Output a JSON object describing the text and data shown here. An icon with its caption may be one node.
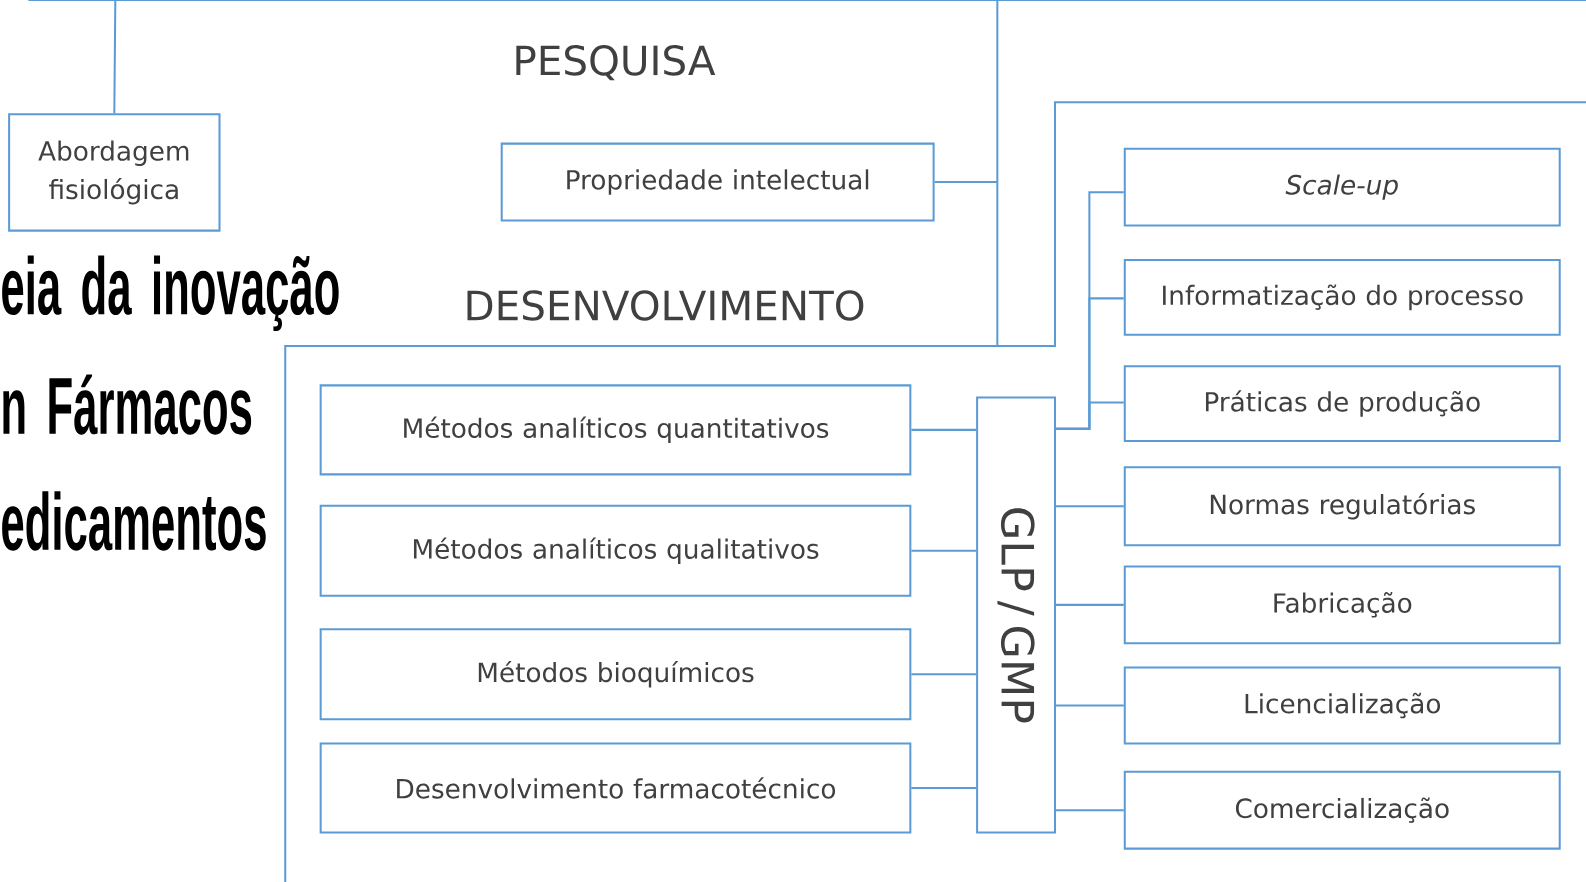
{
  "diagram": {
    "nodes": [
      {
        "text": [
          "Abordagem fisiológica"
        ]
      },
      {
        "text": [
          "Propriedade intelectual"
        ]
      },
      {
        "text": [
          "Métodos analíticos quantitativos"
        ]
      },
      {
        "text": [
          "Métodos analíticos qualitativos"
        ]
      },
      {
        "text": [
          "Métodos bioquímicos"
        ]
      },
      {
        "text": [
          "Desenvolvimento farmacotécnico"
        ]
      },
      {
        "text": [
          "GLP / GMP"
        ]
      },
      {
        "text": [
          "Scale-up"
        ]
      },
      {
        "text": [
          "Informatização do processo"
        ]
      },
      {
        "text": [
          "Práticas de produção"
        ]
      },
      {
        "text": [
          "Normas regulatórias"
        ]
      },
      {
        "text": [
          "Fabricação"
        ]
      },
      {
        "text": [
          "Licencialização"
        ]
      },
      {
        "text": [
          "Comercialização"
        ]
      }
    ],
    "edges": [
      {
        "from": null,
        "to": 0,
        "arrow": "none"
      },
      {
        "from": 1,
        "to": null,
        "arrow": "none"
      },
      {
        "from": 2,
        "to": 6,
        "arrow": "none"
      },
      {
        "from": 3,
        "to": 6,
        "arrow": "none"
      },
      {
        "from": 4,
        "to": 6,
        "arrow": "none"
      },
      {
        "from": 5,
        "to": 6,
        "arrow": "none"
      },
      {
        "from": 6,
        "to": 7,
        "arrow": "none"
      },
      {
        "from": 6,
        "to": 8,
        "arrow": "none"
      },
      {
        "from": 6,
        "to": 9,
        "arrow": "none"
      },
      {
        "from": 6,
        "to": 10,
        "arrow": "none"
      },
      {
        "from": 6,
        "to": 11,
        "arrow": "none"
      },
      {
        "from": 6,
        "to": 12,
        "arrow": "none"
      },
      {
        "from": 6,
        "to": 13,
        "arrow": "none"
      }
    ],
    "labels": [
      "PESQUISA",
      "eia da inovação",
      "DESENVOLVIMENTO",
      "n Fármacos",
      "edicamentos"
    ]
  }
}
